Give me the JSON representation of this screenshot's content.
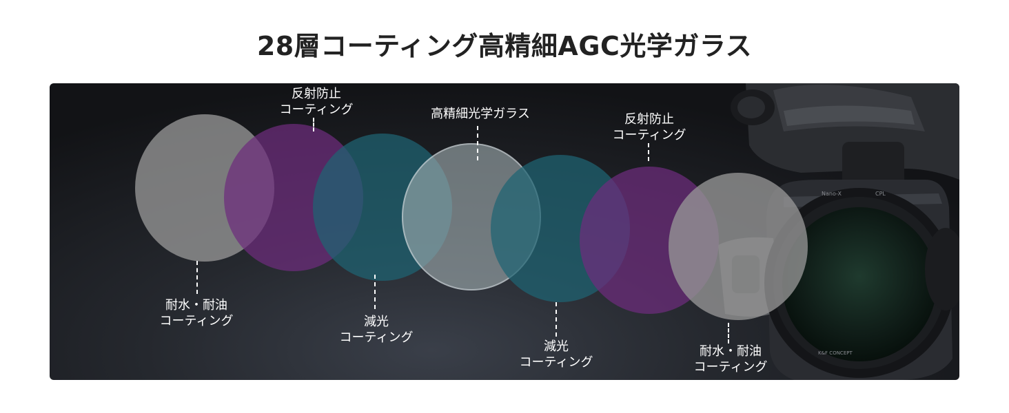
{
  "title": "28層コーティング高精細AGC光学ガラス",
  "labels": {
    "l1": [
      "耐水・耐油",
      "コーティング"
    ],
    "l2": [
      "反射防止",
      "コーティング"
    ],
    "l3": [
      "減光",
      "コーティング"
    ],
    "l4": [
      "高精細光学ガラス"
    ],
    "l5": [
      "減光",
      "コーティング"
    ],
    "l6": [
      "反射防止",
      "コーティング"
    ],
    "l7": [
      "耐水・耐油",
      "コーティング"
    ]
  },
  "product": {
    "model": "Nano-X",
    "type": "CPL",
    "brand": "K&F CONCEPT"
  },
  "colors": {
    "gray": "#969696",
    "purple": "#6e2d7d",
    "teal": "#1e6473",
    "glass": "#a0acb0"
  }
}
